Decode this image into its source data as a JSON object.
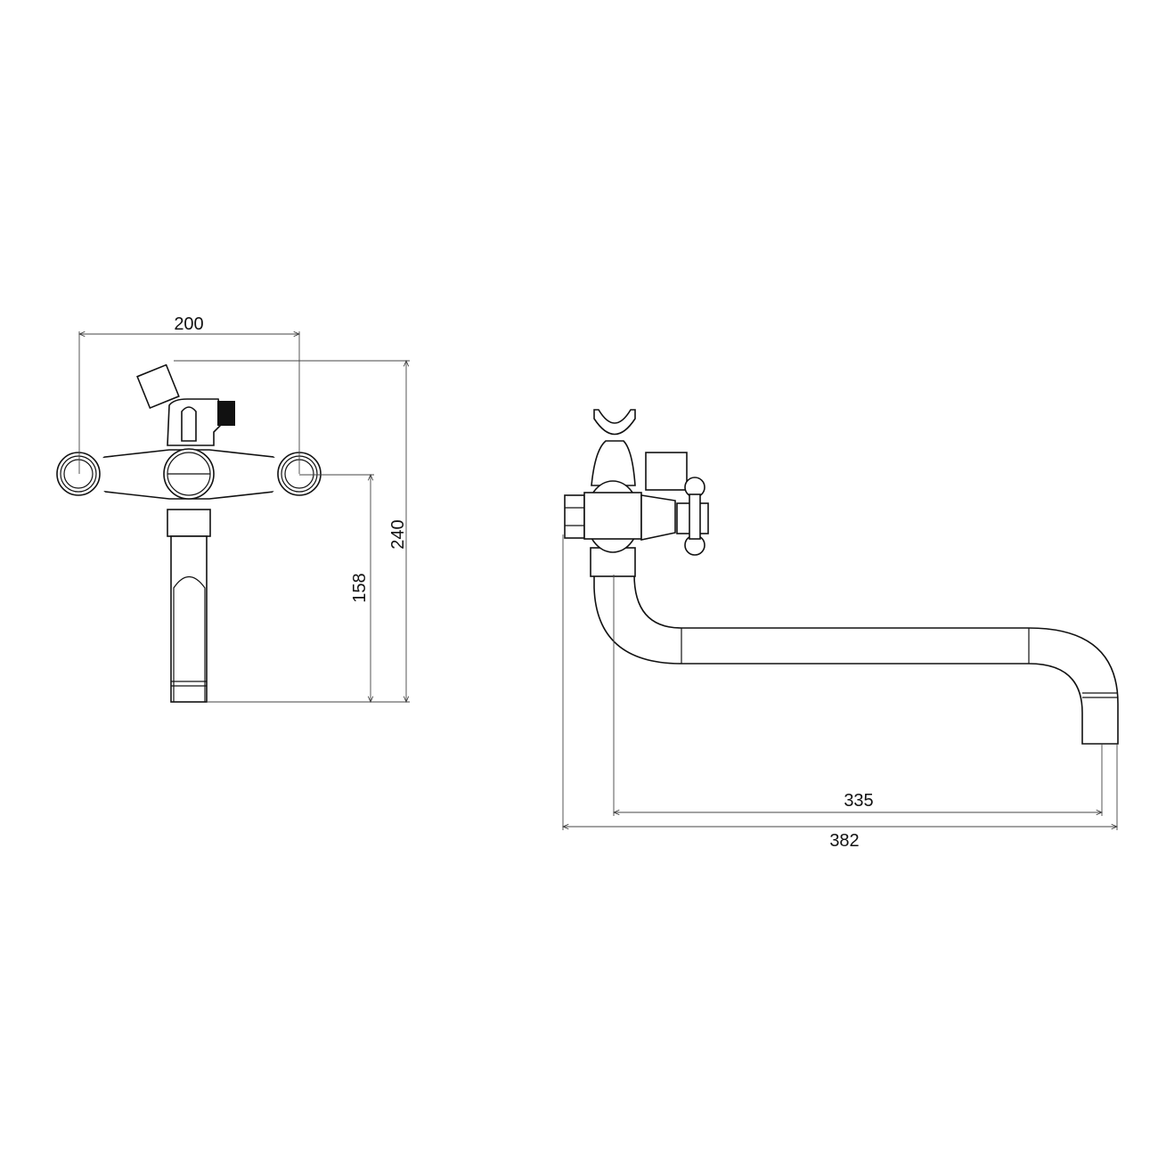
{
  "front_view": {
    "dimensions": {
      "handle_spacing": "200",
      "total_height": "240",
      "spout_height": "158"
    }
  },
  "side_view": {
    "dimensions": {
      "spout_reach": "335",
      "total_reach": "382"
    }
  },
  "colors": {
    "line": "#111111",
    "dimension": "#444444",
    "background": "#ffffff"
  }
}
